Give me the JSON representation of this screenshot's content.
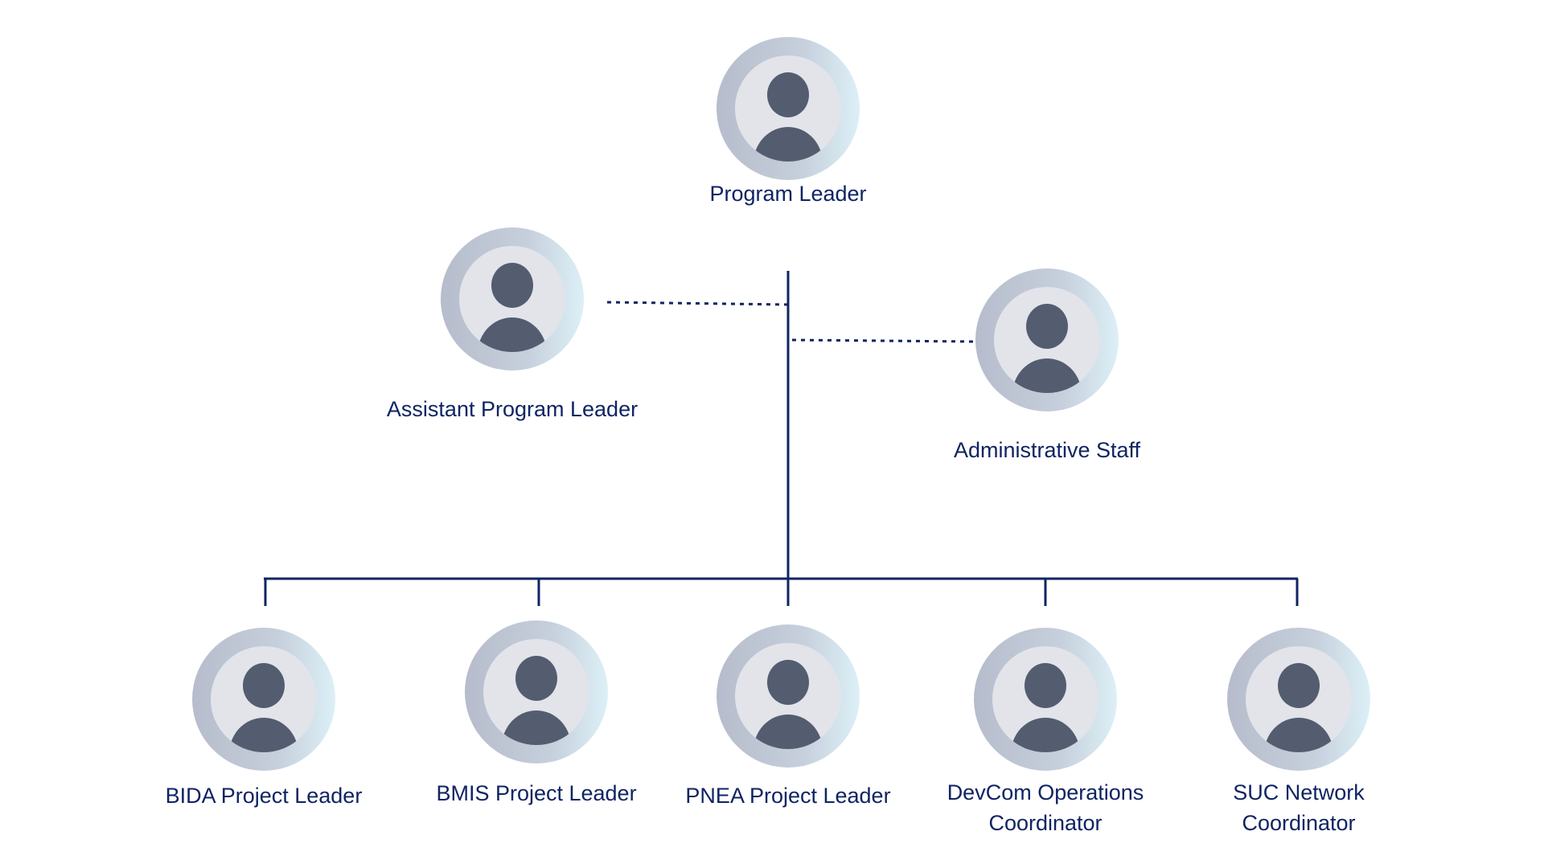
{
  "chart": {
    "nodes": [
      {
        "id": "program-leader",
        "label": "Program Leader"
      },
      {
        "id": "assistant-program-leader",
        "label": "Assistant Program Leader"
      },
      {
        "id": "administrative-staff",
        "label": "Administrative Staff"
      },
      {
        "id": "bida-project-leader",
        "label": "BIDA Project Leader"
      },
      {
        "id": "bmis-project-leader",
        "label": "BMIS Project Leader"
      },
      {
        "id": "pnea-project-leader",
        "label": "PNEA Project Leader"
      },
      {
        "id": "devcom-operations-coordinator",
        "label": "DevCom Operations\nCoordinator"
      },
      {
        "id": "suc-network-coordinator",
        "label": "SUC Network\nCoordinator"
      }
    ],
    "edges": [
      {
        "from": "program-leader",
        "to": "assistant-program-leader",
        "style": "dotted"
      },
      {
        "from": "program-leader",
        "to": "administrative-staff",
        "style": "dotted"
      },
      {
        "from": "program-leader",
        "to": "bida-project-leader",
        "style": "solid"
      },
      {
        "from": "program-leader",
        "to": "bmis-project-leader",
        "style": "solid"
      },
      {
        "from": "program-leader",
        "to": "pnea-project-leader",
        "style": "solid"
      },
      {
        "from": "program-leader",
        "to": "devcom-operations-coordinator",
        "style": "solid"
      },
      {
        "from": "program-leader",
        "to": "suc-network-coordinator",
        "style": "solid"
      }
    ]
  },
  "colors": {
    "line": "#0f2463",
    "text": "#0f2463",
    "ring_outer_left": "#b6bccb",
    "ring_outer_right": "#dcf0f6",
    "inner_disc": "#e2e4ea",
    "figure": "#535d6f"
  },
  "icon": "person-avatar-icon"
}
